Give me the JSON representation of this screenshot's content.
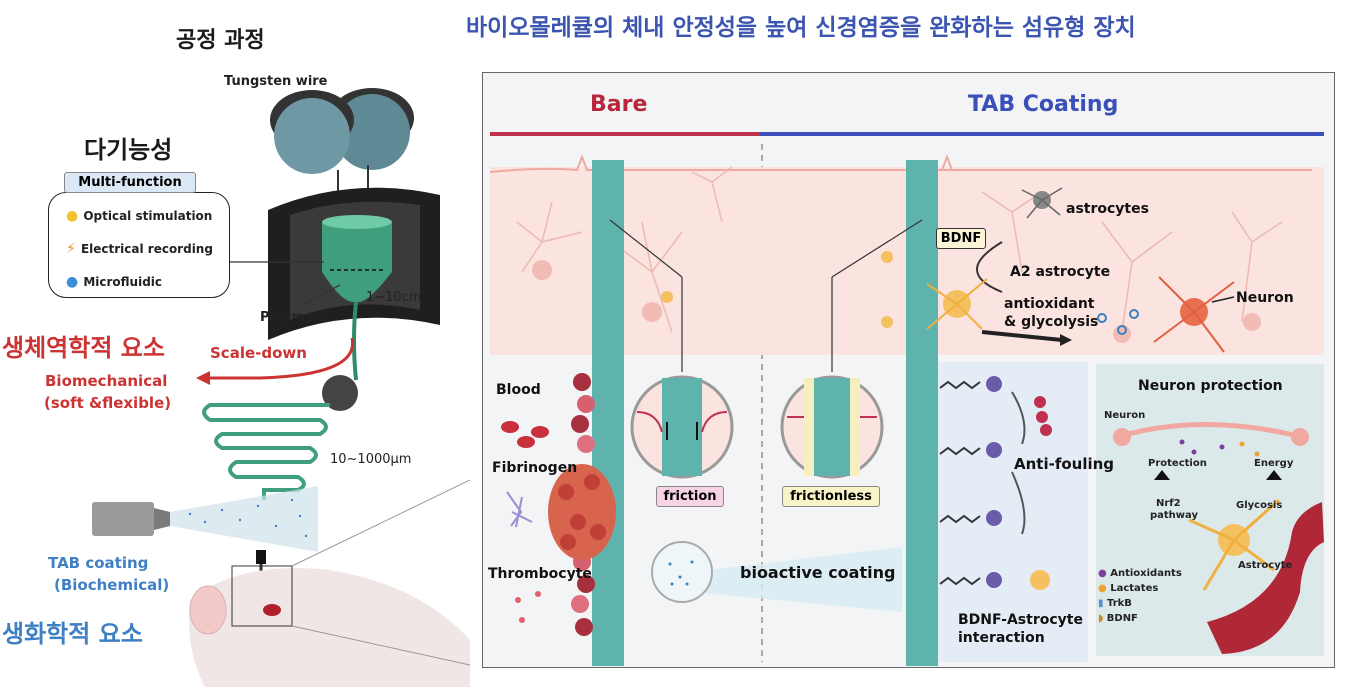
{
  "left": {
    "process_title": "공정 과정",
    "tungsten_wire": "Tungsten wire",
    "multifunctionality_ko": "다기능성",
    "multi_function": "Multi-function",
    "functions": [
      {
        "icon": "lightbulb-icon",
        "label": "Optical stimulation"
      },
      {
        "icon": "lightning-icon",
        "label": "Electrical recording"
      },
      {
        "icon": "droplet-icon",
        "label": "Microfluidic"
      }
    ],
    "polymers": "Polymers",
    "size_cm": "1~10cm",
    "biomech_ko": "생체역학적 요소",
    "scale_down": "Scale-down",
    "biomech_en_1": "Biomechanical",
    "biomech_en_2": "(soft &flexible)",
    "size_um": "10~1000μm",
    "tab_coating_1": "TAB coating",
    "tab_coating_2": "(Biochemical)",
    "biochem_ko": "생화학적 요소"
  },
  "right": {
    "title": "바이오몰레큘의 체내 안정성을 높여 신경염증을 완화하는 섬유형 장치",
    "bare": "Bare",
    "tab_coating": "TAB Coating",
    "astrocytes": "astrocytes",
    "bdnf_box": "BDNF",
    "a2_astrocyte": "A2 astrocyte",
    "antioxidant_1": "antioxidant",
    "antioxidant_2": "& glycolysis",
    "neuron": "Neuron",
    "blood": "Blood",
    "fibrinogen": "Fibrinogen",
    "thrombocyte": "Thrombocyte",
    "friction": "friction",
    "frictionless": "frictionless",
    "bioactive_coating": "bioactive coating",
    "anti_fouling": "Anti-fouling",
    "bdnf_astro_1": "BDNF-Astrocyte",
    "bdnf_astro_2": "interaction",
    "np": {
      "title": "Neuron protection",
      "neuron": "Neuron",
      "protection": "Protection",
      "energy": "Energy",
      "nrf2_1": "Nrf2",
      "nrf2_2": "pathway",
      "glycosis": "Glycosis",
      "astrocyte": "Astrocyte",
      "legend": [
        {
          "label": "Antioxidants",
          "color": "#7b3fa0"
        },
        {
          "label": "Lactates",
          "color": "#f0a030"
        },
        {
          "label": "TrkB",
          "color": "#5a8fd0"
        },
        {
          "label": "BDNF",
          "color": "#c88a2a"
        }
      ]
    }
  },
  "colors": {
    "fiber": "#5fb3ad",
    "bare_line": "#c0304f",
    "tab_line": "#3a4fb8",
    "title_blue": "#3b55b0",
    "tissue": "#fbe3df",
    "red_label": "#cc3333",
    "blue_label": "#3f80c4"
  }
}
